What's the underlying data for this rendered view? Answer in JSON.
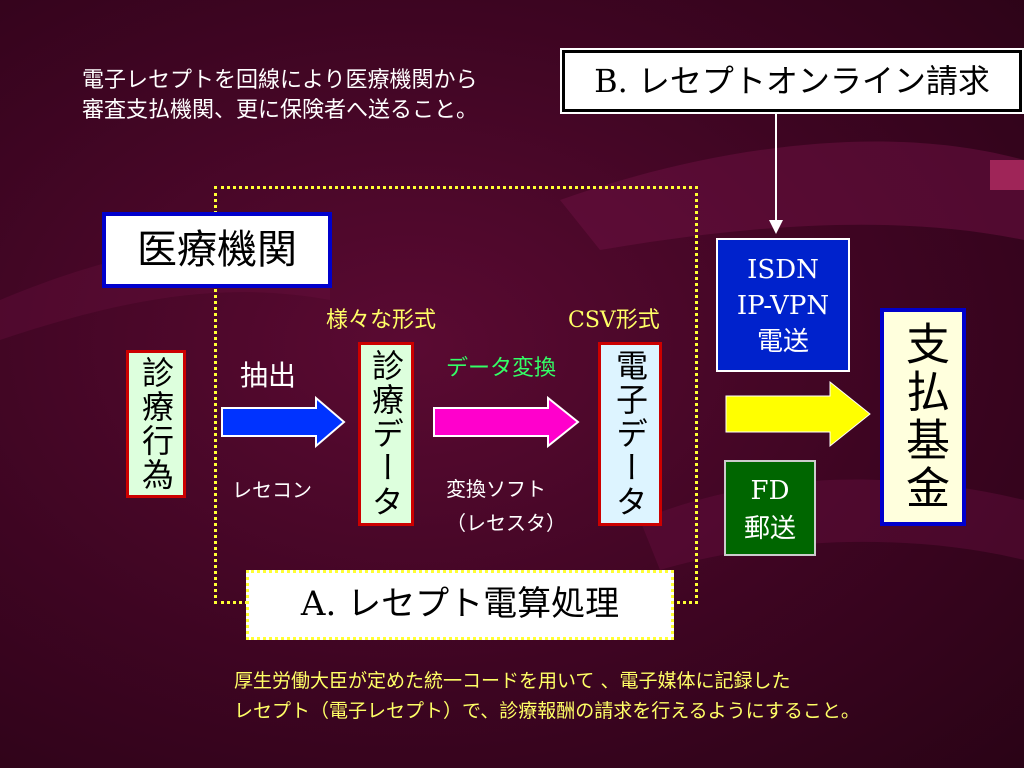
{
  "intro_lines": [
    "電子レセプトを回線により医療機関から",
    "審査支払機関、更に保険者へ送ること。"
  ],
  "title_b": "B. レセプトオンライン請求",
  "title_a": "A. レセプト電算処理",
  "medical_institution": "医療機関",
  "boxes": {
    "shinryo_koui": "診療行為",
    "shinryo_data": "診療データ",
    "denshi_data": "電子データ",
    "shiharai_kikin": "支払基金"
  },
  "labels": {
    "various_formats": "様々な形式",
    "csv_format": "CSV形式",
    "extract": "抽出",
    "data_conversion": "データ変換",
    "rececom": "レセコン",
    "conversion_software": "変換ソフト（レセスタ）"
  },
  "transmission": {
    "online_lines": [
      "ISDN",
      "IP-VPN",
      "電送"
    ],
    "fd_lines": [
      "FD",
      "郵送"
    ]
  },
  "footer_lines": [
    "厚生労働大臣が定めた統一コードを用いて 、電子媒体に記録した",
    "レセプト（電子レセプト）で、診療報酬の請求を行えるようにすること。"
  ],
  "colors": {
    "background": "#4a0628",
    "accent_yellow": "#ffff33",
    "online_box": "#0022cc",
    "fd_box": "#006600",
    "arrow_blue": "#0033ff",
    "arrow_magenta": "#ff00cc"
  }
}
